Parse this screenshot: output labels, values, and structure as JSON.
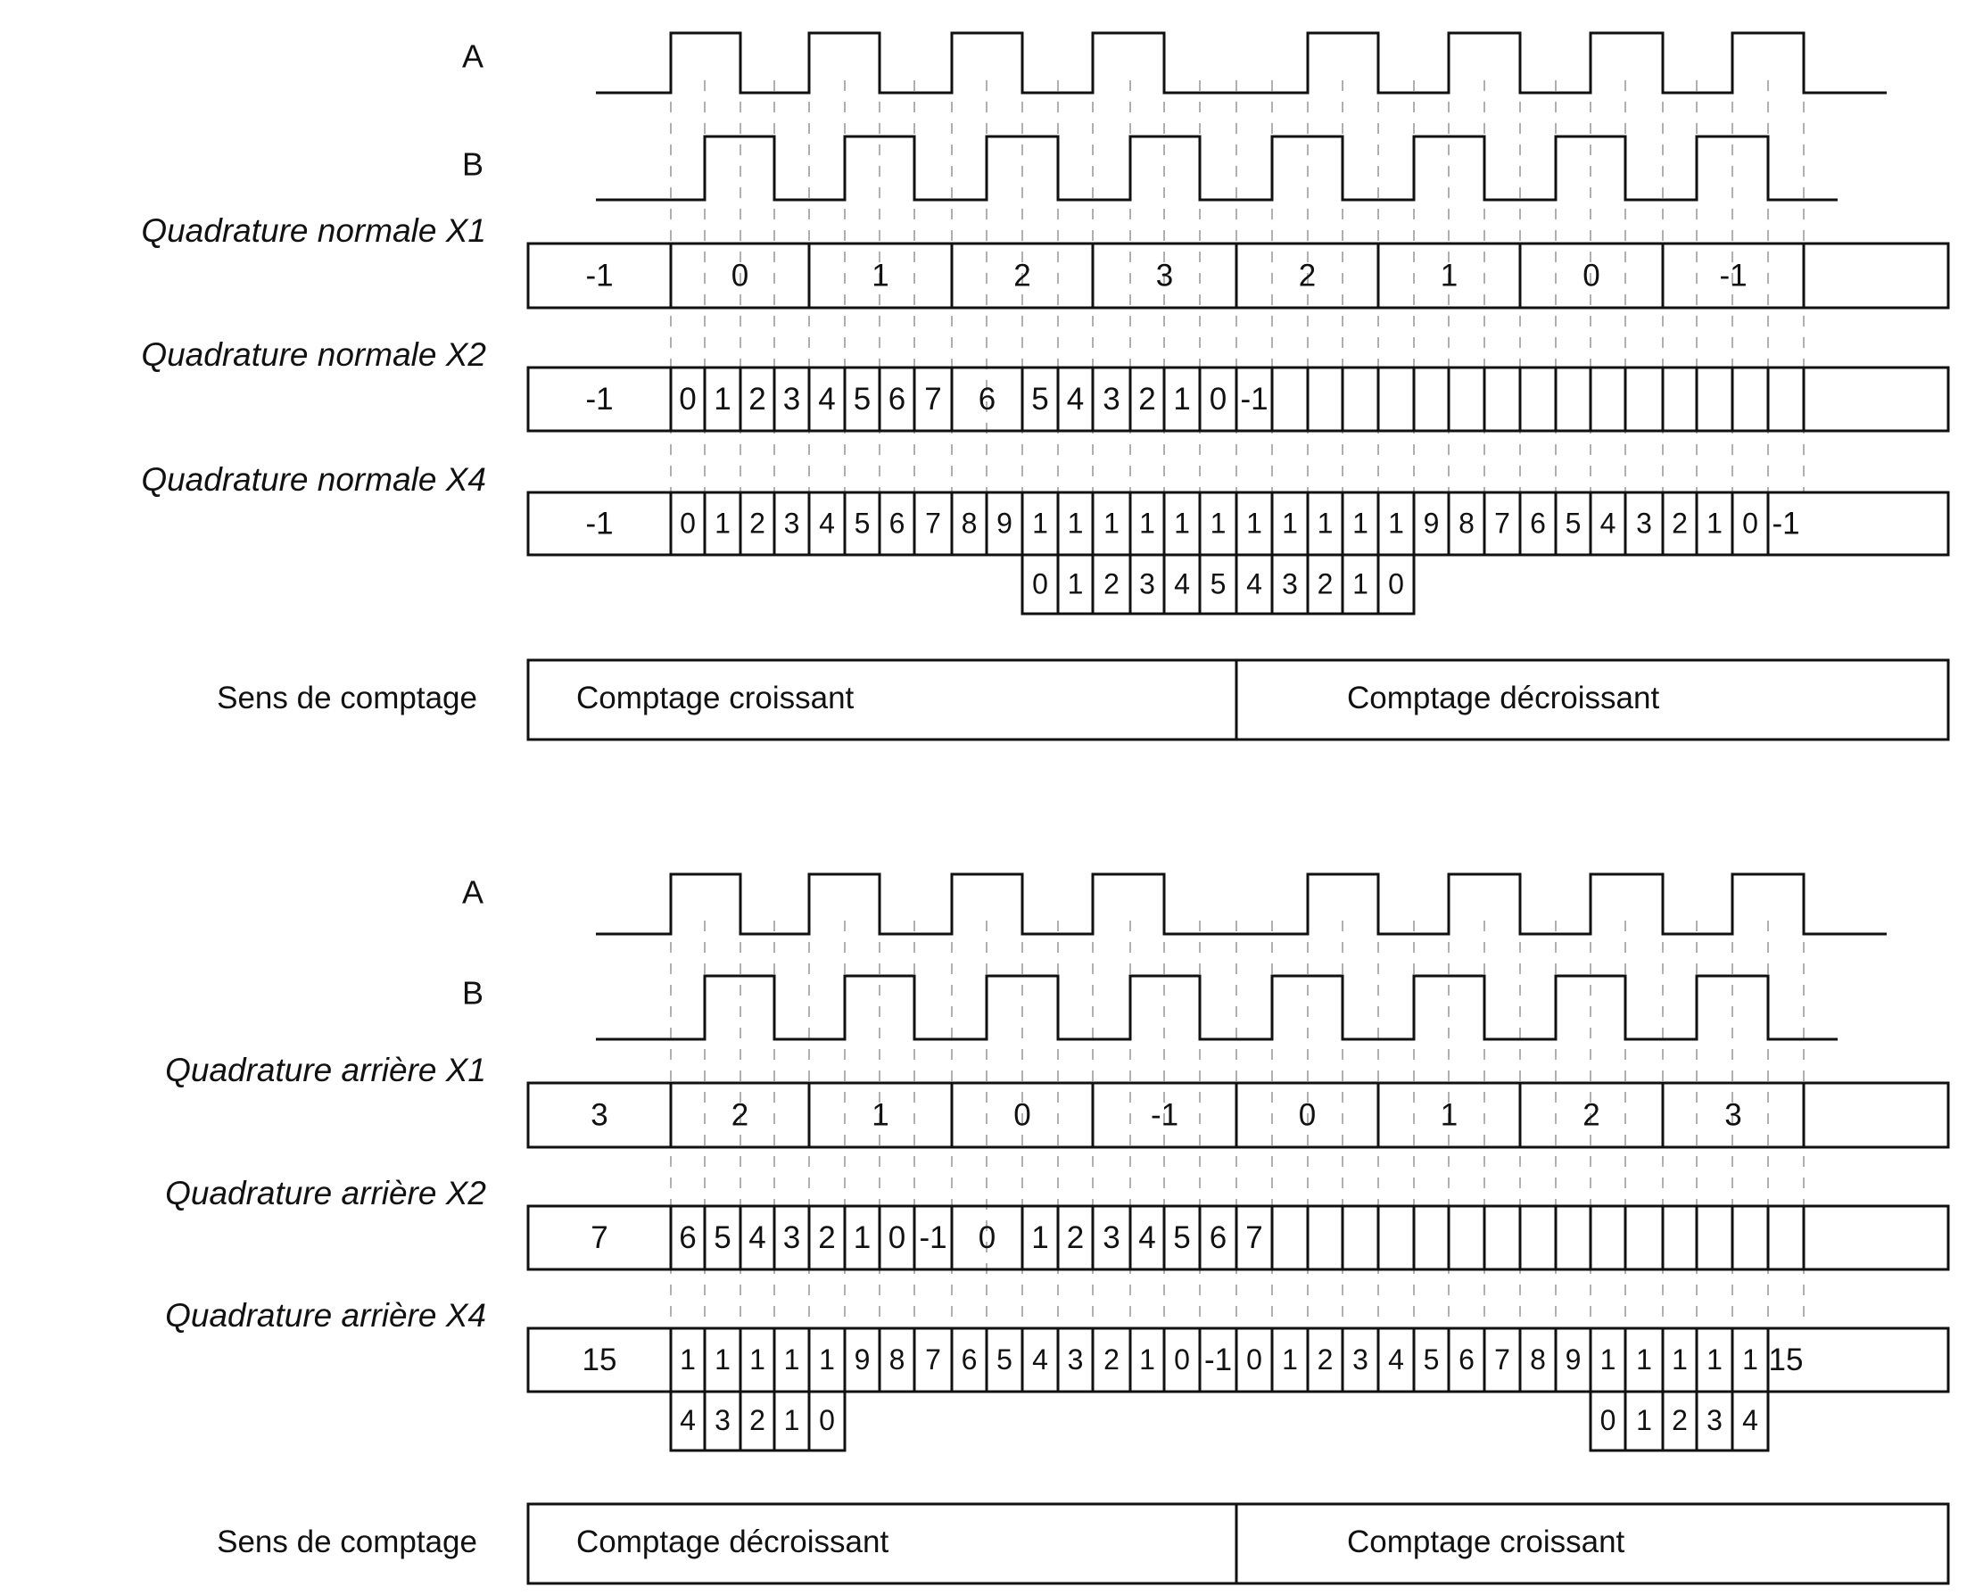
{
  "panels": [
    {
      "signal_labels": [
        "A",
        "B"
      ],
      "rows": [
        {
          "label": "Quadrature normale X1",
          "cells": [
            "-1",
            "0",
            "1",
            "2",
            "3",
            "2",
            "1",
            "0",
            "-1"
          ]
        },
        {
          "label": "Quadrature normale X2",
          "cells": [
            "-1",
            "0",
            "1",
            "2",
            "3",
            "4",
            "5",
            "6",
            "7",
            "6",
            "5",
            "4",
            "3",
            "2",
            "1",
            "0",
            "-1"
          ]
        },
        {
          "label": "Quadrature normale X4",
          "cells": [
            "-1",
            "0",
            "1",
            "2",
            "3",
            "4",
            "5",
            "6",
            "7",
            "8",
            "9",
            "10",
            "11",
            "12",
            "13",
            "14",
            "15",
            "14",
            "13",
            "12",
            "11",
            "10",
            "9",
            "8",
            "7",
            "6",
            "5",
            "4",
            "3",
            "2",
            "1",
            "0",
            "-1"
          ]
        }
      ],
      "direction": {
        "label": "Sens de comptage",
        "first": "Comptage croissant",
        "second": "Comptage décroissant"
      }
    },
    {
      "signal_labels": [
        "A",
        "B"
      ],
      "rows": [
        {
          "label": "Quadrature arrière X1",
          "cells": [
            "3",
            "2",
            "1",
            "0",
            "-1",
            "0",
            "1",
            "2",
            "3"
          ]
        },
        {
          "label": "Quadrature arrière X2",
          "cells": [
            "7",
            "6",
            "5",
            "4",
            "3",
            "2",
            "1",
            "0",
            "-1",
            "0",
            "1",
            "2",
            "3",
            "4",
            "5",
            "6",
            "7"
          ]
        },
        {
          "label": "Quadrature arrière X4",
          "cells": [
            "15",
            "14",
            "13",
            "12",
            "11",
            "10",
            "9",
            "8",
            "7",
            "6",
            "5",
            "4",
            "3",
            "2",
            "1",
            "0",
            "-1",
            "0",
            "1",
            "2",
            "3",
            "4",
            "5",
            "6",
            "7",
            "8",
            "9",
            "10",
            "11",
            "12",
            "13",
            "14",
            "15"
          ]
        }
      ],
      "direction": {
        "label": "Sens de comptage",
        "first": "Comptage décroissant",
        "second": "Comptage croissant"
      }
    }
  ]
}
